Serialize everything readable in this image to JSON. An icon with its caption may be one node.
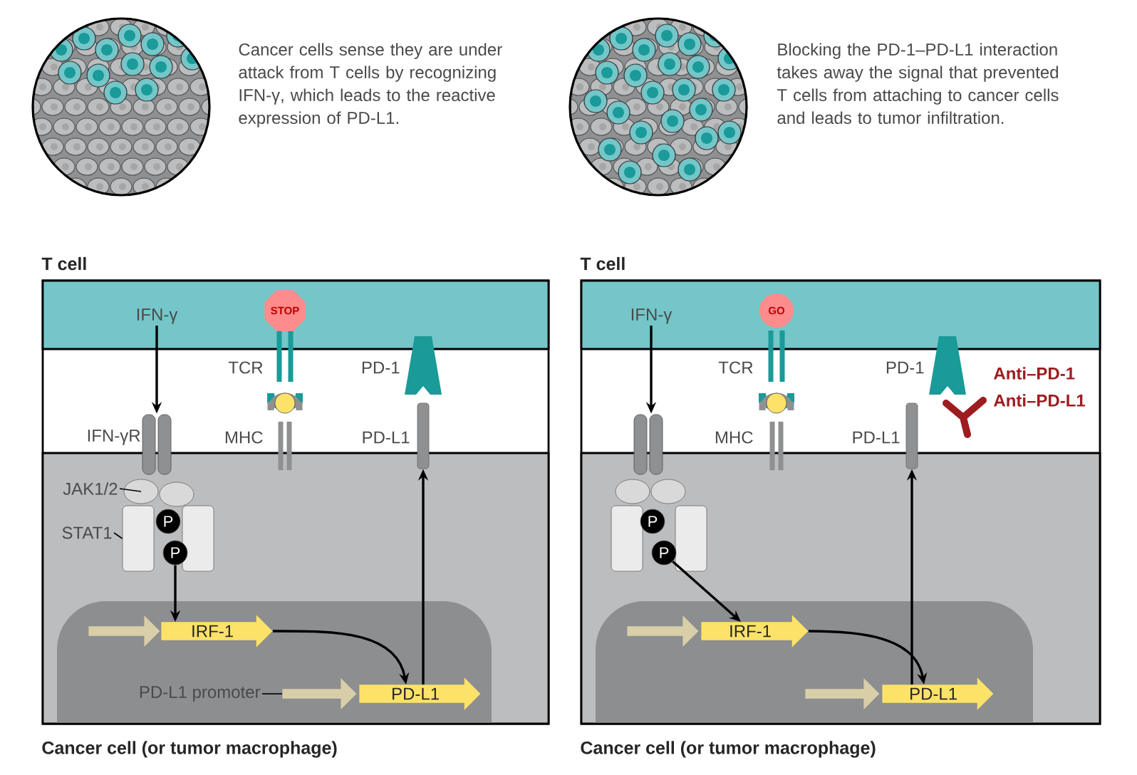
{
  "diagram": {
    "nodes": [
      {
        "text": [
          "T cell"
        ]
      },
      {
        "text": [
          "Cancer cell (or tumor macrophage)"
        ]
      },
      {
        "text": [],
        "shape": "box",
        "in": 1
      },
      {
        "text": [
          "IFN-γ"
        ],
        "in": 0
      },
      {
        "text": [
          "STOP"
        ],
        "in": 0
      },
      {
        "text": [],
        "shape": "picture",
        "beside": [
          "IFN-γR"
        ]
      },
      {
        "text": [
          "JAK1/2"
        ],
        "in": 1
      },
      {
        "text": [],
        "shape": "circle",
        "in": 1
      },
      {
        "text": [],
        "shape": "circle",
        "in": 1
      },
      {
        "text": [
          "STAT1"
        ],
        "in": 1
      },
      {
        "text": [],
        "shape": "box",
        "in": 1
      },
      {
        "text": [],
        "shape": "box",
        "in": 1
      },
      {
        "text": [
          "P"
        ],
        "in": 1
      },
      {
        "text": [
          "P"
        ],
        "in": 1
      },
      {
        "text": [],
        "shape": "arrow",
        "in": 2
      },
      {
        "text": [
          "IRF-1"
        ],
        "in": 2
      },
      {
        "text": [
          "PD-L1 promoter"
        ],
        "in": 2
      },
      {
        "text": [],
        "shape": "arrow",
        "in": 2
      },
      {
        "text": [
          "PD-L1"
        ],
        "in": 2
      },
      {
        "text": [],
        "shape": "bar",
        "beside": [
          "PD-L1"
        ]
      },
      {
        "text": [
          "T cell"
        ]
      },
      {
        "text": [
          "Cancer cell (or tumor macrophage)"
        ]
      },
      {
        "text": [],
        "shape": "box",
        "in": 21
      },
      {
        "text": [
          "IFN-γ"
        ],
        "in": 20
      },
      {
        "text": [
          "GO"
        ],
        "in": 20
      },
      {
        "text": [],
        "shape": "picture"
      },
      {
        "text": [],
        "shape": "circle",
        "in": 21
      },
      {
        "text": [],
        "shape": "circle",
        "in": 21
      },
      {
        "text": [],
        "shape": "box",
        "in": 21
      },
      {
        "text": [],
        "shape": "box",
        "in": 21
      },
      {
        "text": [
          "P"
        ],
        "in": 21
      },
      {
        "text": [
          "P"
        ],
        "in": 21
      },
      {
        "text": [],
        "shape": "arrow",
        "in": 22
      },
      {
        "text": [
          "IRF-1"
        ],
        "in": 22
      },
      {
        "text": [],
        "shape": "arrow",
        "in": 22
      },
      {
        "text": [
          "PD-L1"
        ],
        "in": 22
      },
      {
        "text": [],
        "shape": "bar",
        "beside": [
          "PD-L1"
        ]
      }
    ],
    "edges": [
      {
        "from": 3,
        "to": 5,
        "arrow": "to"
      },
      {
        "from": 6,
        "to": 7,
        "arrow": "none"
      },
      {
        "from": 9,
        "to": 10,
        "arrow": "none"
      },
      {
        "from": 13,
        "to": 15,
        "arrow": "to"
      },
      {
        "from": 15,
        "to": 18,
        "arrow": "to"
      },
      {
        "from": 16,
        "to": 17,
        "arrow": "none"
      },
      {
        "from": 18,
        "to": 19,
        "arrow": "to"
      },
      {
        "from": 23,
        "to": 25,
        "arrow": "to"
      },
      {
        "from": 31,
        "to": 33,
        "arrow": "to"
      },
      {
        "from": 33,
        "to": 35,
        "arrow": "to"
      },
      {
        "from": 35,
        "to": 36,
        "arrow": "to"
      }
    ],
    "labels": [
      "Cancer cells sense they are under attack from T cells by recognizing IFN-γ, which leads to the reactive expression of PD-L1.",
      "Blocking the PD-1–PD-L1 interaction takes away the signal that prevented T cells from attaching to cancer cells and leads to tumor infiltration.",
      "TCR",
      "PD-1",
      "MHC",
      "TCR",
      "PD-1",
      "Anti–PD-1",
      "Anti–PD-L1",
      "MHC"
    ]
  }
}
